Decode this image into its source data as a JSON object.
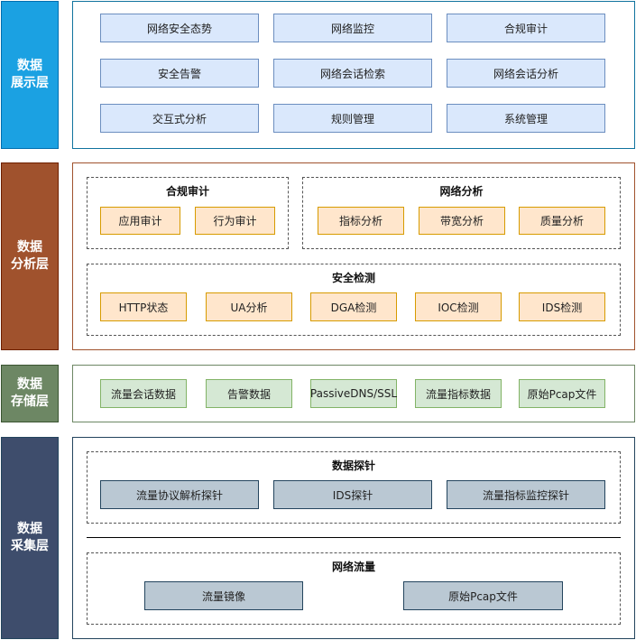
{
  "colors": {
    "display_layer": "#1ba1e2",
    "analysis_layer": "#a0522d",
    "storage_layer": "#6d8764",
    "collection_layer": "#3e4d6c"
  },
  "display": {
    "label": "数据\n展示层",
    "items": [
      "网络安全态势",
      "网络监控",
      "合规审计",
      "安全告警",
      "网络会话检索",
      "网络会话分析",
      "交互式分析",
      "规则管理",
      "系统管理"
    ]
  },
  "analysis": {
    "label": "数据\n分析层",
    "compliance": {
      "title": "合规审计",
      "items": [
        "应用审计",
        "行为审计"
      ]
    },
    "network": {
      "title": "网络分析",
      "items": [
        "指标分析",
        "带宽分析",
        "质量分析"
      ]
    },
    "security": {
      "title": "安全检测",
      "items": [
        "HTTP状态",
        "UA分析",
        "DGA检测",
        "IOC检测",
        "IDS检测"
      ]
    }
  },
  "storage": {
    "label": "数据\n存储层",
    "items": [
      "流量会话数据",
      "告警数据",
      "PassiveDNS/SSL",
      "流量指标数据",
      "原始Pcap文件"
    ]
  },
  "collection": {
    "label": "数据\n采集层",
    "probes": {
      "title": "数据探针",
      "items": [
        "流量协议解析探针",
        "IDS探针",
        "流量指标监控探针"
      ]
    },
    "traffic": {
      "title": "网络流量",
      "items": [
        "流量镜像",
        "原始Pcap文件"
      ]
    }
  }
}
